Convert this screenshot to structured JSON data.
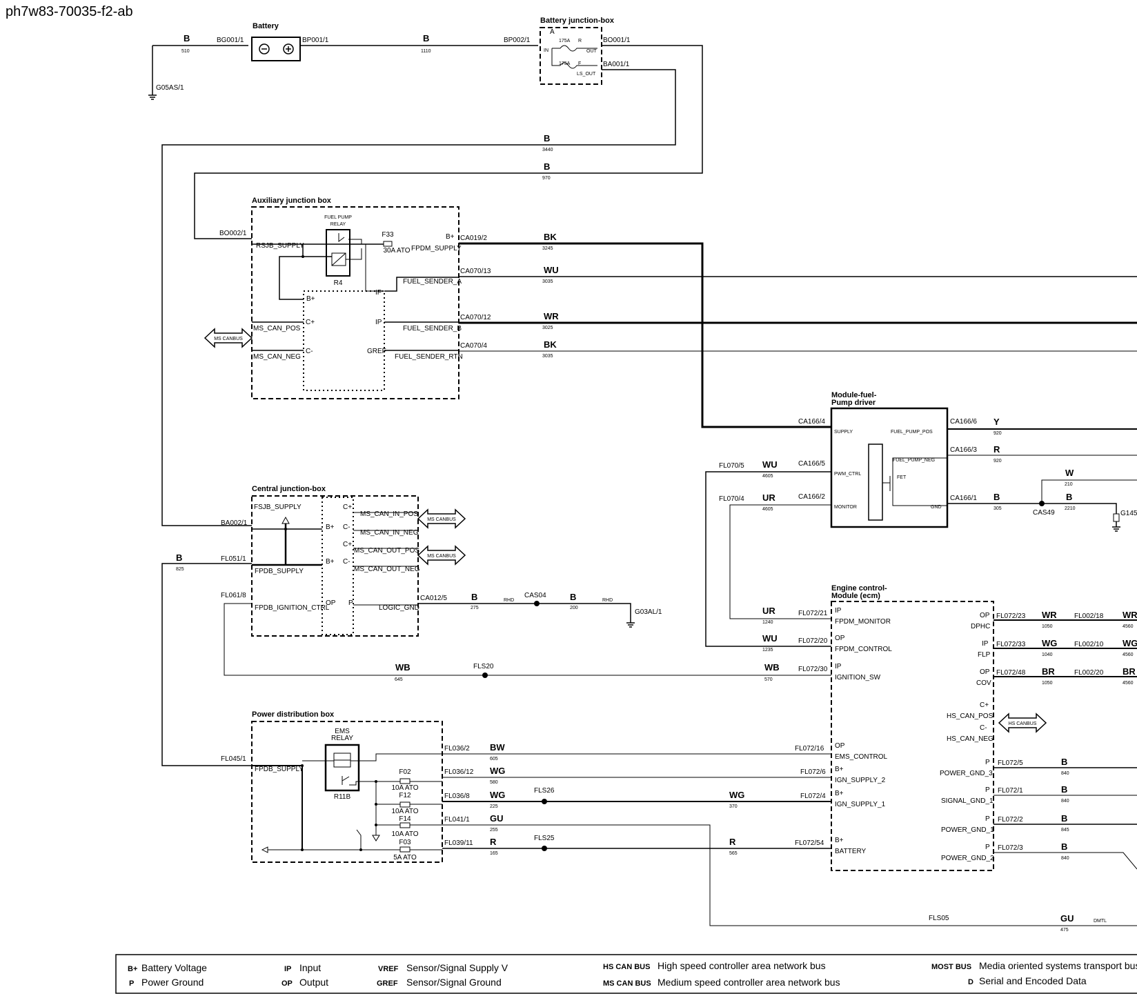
{
  "diagram_id": "ph7w83-70035-f2-ab",
  "modules": {
    "battery": "Battery",
    "bjb": "Battery junction-box",
    "ajb": "Auxiliary junction box",
    "fuel_pump_relay": [
      "FUEL PUMP",
      "RELAY"
    ],
    "r4": "R4",
    "cjb": "Central junction-box",
    "pdb": "Power distribution box",
    "ems_relay": [
      "EMS",
      "RELAY"
    ],
    "r11b": "R11B",
    "fpd": [
      "Module-fuel-",
      "Pump driver"
    ],
    "fet": "FET",
    "ecm": [
      "Engine control-",
      "Module (ecm)"
    ]
  },
  "bjb_fuses": {
    "f1": "175A",
    "f1_code": "R",
    "f2": "175A",
    "f2_code": "F",
    "in": "IN",
    "out": "OUT",
    "ls_out": "LS_OUT",
    "arrow": "A"
  },
  "connectors": {
    "bg001": "BG001/1",
    "bp001": "BP001/1",
    "bp002": "BP002/1",
    "bo001": "BO001/1",
    "ba001": "BA001/1",
    "g05as": "G05AS/1",
    "bo002": "BO002/1",
    "ca019": "CA019/2",
    "ca070_13": "CA070/13",
    "ca070_12": "CA070/12",
    "ca070_4": "CA070/4",
    "ba002": "BA002/1",
    "fl051": "FL051/1",
    "fl061": "FL061/8",
    "ca012": "CA012/5",
    "cas04": "CAS04",
    "g03al": "G03AL/1",
    "fls20": "FLS20",
    "fl045": "FL045/1",
    "fl036_2": "FL036/2",
    "fl036_12": "FL036/12",
    "fl036_8": "FL036/8",
    "fl041": "FL041/1",
    "fl039": "FL039/11",
    "fls26": "FLS26",
    "fls25": "FLS25",
    "fls05": "FLS05",
    "ca166_4": "CA166/4",
    "ca166_5": "CA166/5",
    "ca166_2": "CA166/2",
    "ca166_6": "CA166/6",
    "ca166_3": "CA166/3",
    "ca166_1": "CA166/1",
    "fl070_5": "FL070/5",
    "fl070_4": "FL070/4",
    "cas49": "CAS49",
    "g14": "G145",
    "fl072_21": "FL072/21",
    "fl072_20": "FL072/20",
    "fl072_30": "FL072/30",
    "fl072_16": "FL072/16",
    "fl072_6": "FL072/6",
    "fl072_4": "FL072/4",
    "fl072_54": "FL072/54",
    "fl072_23": "FL072/23",
    "fl072_33": "FL072/33",
    "fl072_48": "FL072/48",
    "fl072_5": "FL072/5",
    "fl072_1": "FL072/1",
    "fl072_2": "FL072/2",
    "fl072_3": "FL072/3",
    "fl002_18": "FL002/18",
    "fl002_10": "FL002/10",
    "fl002_20": "FL002/20"
  },
  "pins": {
    "rsjb_supply": "RSJB_SUPPLY",
    "fpdm_supply": "FPDM_SUPPLY",
    "fuel_sender_a": "FUEL_SENDER_A",
    "fuel_sender_b": "FUEL_SENDER_B",
    "fuel_sender_rtn": "FUEL_SENDER_RTN",
    "ms_can_pos": "MS_CAN_POS",
    "ms_can_neg": "MS_CAN_NEG",
    "bplus": "B+",
    "cplus": "C+",
    "cminus": "C-",
    "ip": "IP",
    "gref": "GREF",
    "op": "OP",
    "p": "P",
    "fsjb_supply": "FSJB_SUPPLY",
    "fpdb_supply": "FPDB_SUPPLY",
    "fpdb_ign": "FPDB_IGNITION_CTRL",
    "ms_can_in_pos": "MS_CAN_IN_POS",
    "ms_can_in_neg": "MS_CAN_IN_NEG",
    "ms_can_out_pos": "MS_CAN_OUT_POS",
    "ms_can_out_neg": "MS_CAN_OUT_NEG",
    "logic_gnd": "LOGIC_GND",
    "supply": "SUPPLY",
    "pwm_ctrl": "PWM_CTRL",
    "monitor": "MONITOR",
    "fuel_pump_pos": "FUEL_PUMP_POS",
    "fuel_pump_neg": "FUEL_PUMP_NEG",
    "gnd": "GND",
    "fpdm_monitor": "FPDM_MONITOR",
    "fpdm_control": "FPDM_CONTROL",
    "ignition_sw": "IGNITION_SW",
    "ems_control": "EMS_CONTROL",
    "ign_supply_2": "IGN_SUPPLY_2",
    "ign_supply_1": "IGN_SUPPLY_1",
    "battery": "BATTERY",
    "dphc": "DPHC",
    "flp": "FLP",
    "cov": "COV",
    "hs_can_pos": "HS_CAN_POS",
    "hs_can_neg": "HS_CAN_NEG",
    "power_gnd_3": "POWER_GND_3",
    "signal_gnd_1": "SIGNAL_GND_1",
    "power_gnd_1": "POWER_GND_1",
    "power_gnd_2": "POWER_GND_2"
  },
  "fuses": {
    "f33": "F33",
    "f33_rating": "30A ATO",
    "f02": "F02",
    "f02_rating": "10A ATO",
    "f12": "F12",
    "f12_rating": "10A ATO",
    "f14": "F14",
    "f14_rating": "10A ATO",
    "f03": "F03",
    "f03_rating": "5A ATO"
  },
  "bus_labels": {
    "ms": "MS CANBUS",
    "hs": "HS CANBUS"
  },
  "wires": {
    "w510": {
      "color": "B",
      "num": "510"
    },
    "w1110": {
      "color": "B",
      "num": "1110"
    },
    "w3440": {
      "color": "B",
      "num": "3440"
    },
    "w970": {
      "color": "B",
      "num": "970"
    },
    "w3245": {
      "color": "BK",
      "num": "3245"
    },
    "w3035a": {
      "color": "WU",
      "num": "3035"
    },
    "w3025": {
      "color": "WR",
      "num": "3025"
    },
    "w3035b": {
      "color": "BK",
      "num": "3035"
    },
    "w825": {
      "color": "B",
      "num": "825"
    },
    "w275": {
      "color": "B",
      "num": "275"
    },
    "w200": {
      "color": "B",
      "num": "200"
    },
    "rhd": "RHD",
    "w645": {
      "color": "WB",
      "num": "645"
    },
    "w570": {
      "color": "WB",
      "num": "570"
    },
    "w605": {
      "color": "BW",
      "num": "605"
    },
    "w580": {
      "color": "WG",
      "num": "580"
    },
    "w225": {
      "color": "WG",
      "num": "225"
    },
    "w370": {
      "color": "WG",
      "num": "370"
    },
    "w255": {
      "color": "GU",
      "num": "255"
    },
    "w165": {
      "color": "R",
      "num": "165"
    },
    "w565": {
      "color": "R",
      "num": "565"
    },
    "w475": {
      "color": "GU",
      "num": "475"
    },
    "dmtl": "DMTL",
    "w920a": {
      "color": "Y",
      "num": "920"
    },
    "w920b": {
      "color": "R",
      "num": "920"
    },
    "w210": {
      "color": "W",
      "num": "210"
    },
    "w305": {
      "color": "B",
      "num": "305"
    },
    "w2210": {
      "color": "B",
      "num": "2210"
    },
    "w4605a": {
      "color": "WU",
      "num": "4605"
    },
    "w4605b": {
      "color": "UR",
      "num": "4605"
    },
    "w1240": {
      "color": "UR",
      "num": "1240"
    },
    "w1235": {
      "color": "WU",
      "num": "1235"
    },
    "w1050a": {
      "color": "WR",
      "num": "1050"
    },
    "w1040": {
      "color": "WG",
      "num": "1040"
    },
    "w1050b": {
      "color": "BR",
      "num": "1050"
    },
    "w4560a": {
      "color": "WR",
      "num": "4560"
    },
    "w4560b": {
      "color": "WG",
      "num": "4560"
    },
    "w4560c": {
      "color": "BR",
      "num": "4560"
    },
    "w840a": {
      "color": "B",
      "num": "840"
    },
    "w840b": {
      "color": "B",
      "num": "840"
    },
    "w845": {
      "color": "B",
      "num": "845"
    },
    "w840c": {
      "color": "B",
      "num": "840"
    }
  },
  "legend": [
    {
      "key": "B+",
      "text": "Battery Voltage"
    },
    {
      "key": "P",
      "text": "Power Ground"
    },
    {
      "key": "IP",
      "text": "Input"
    },
    {
      "key": "OP",
      "text": "Output"
    },
    {
      "key": "VREF",
      "text": "Sensor/Signal Supply V"
    },
    {
      "key": "GREF",
      "text": "Sensor/Signal Ground"
    },
    {
      "key": "HS CAN BUS",
      "text": "High speed controller area network bus"
    },
    {
      "key": "MS CAN BUS",
      "text": "Medium speed controller area network bus"
    },
    {
      "key": "MOST BUS",
      "text": "Media oriented systems transport bus"
    },
    {
      "key": "D",
      "text": "Serial and Encoded Data"
    }
  ]
}
